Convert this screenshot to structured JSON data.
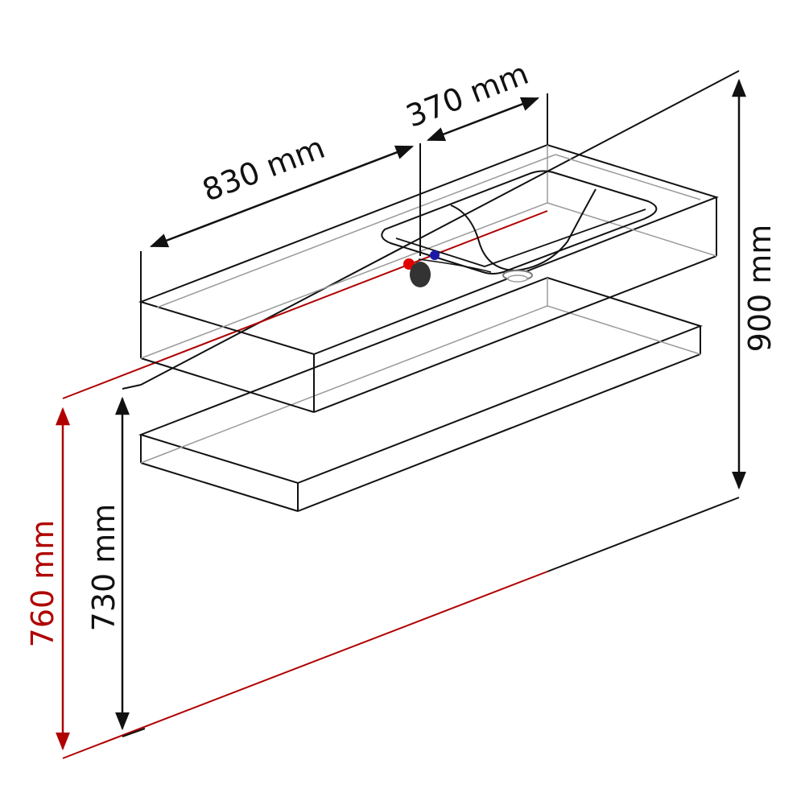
{
  "dimensions": {
    "width_830": "830 mm",
    "width_370": "370 mm",
    "height_900": "900 mm",
    "height_760": "760 mm",
    "height_730": "730 mm"
  },
  "colors": {
    "outline": "#111111",
    "red_dimension": "#b00000",
    "hidden_edges": "#9a9a9a",
    "hot_tap": "#e00000",
    "cold_tap": "#1a1aa8",
    "tap_knob": "#333333"
  }
}
